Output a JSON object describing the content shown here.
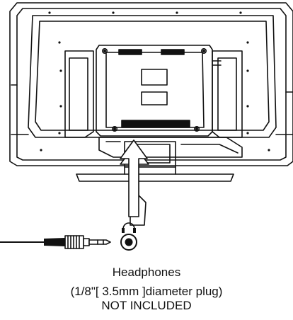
{
  "diagram": {
    "subject": "tv-rear-panel",
    "connector_icon": "headphones-icon",
    "plug_icon": "audio-plug-icon",
    "arrow_icon": "up-arrow-icon"
  },
  "caption": {
    "line1": "Headphones",
    "line2": "(1/8\"[ 3.5mm ]diameter plug)",
    "line3": "NOT INCLUDED"
  }
}
